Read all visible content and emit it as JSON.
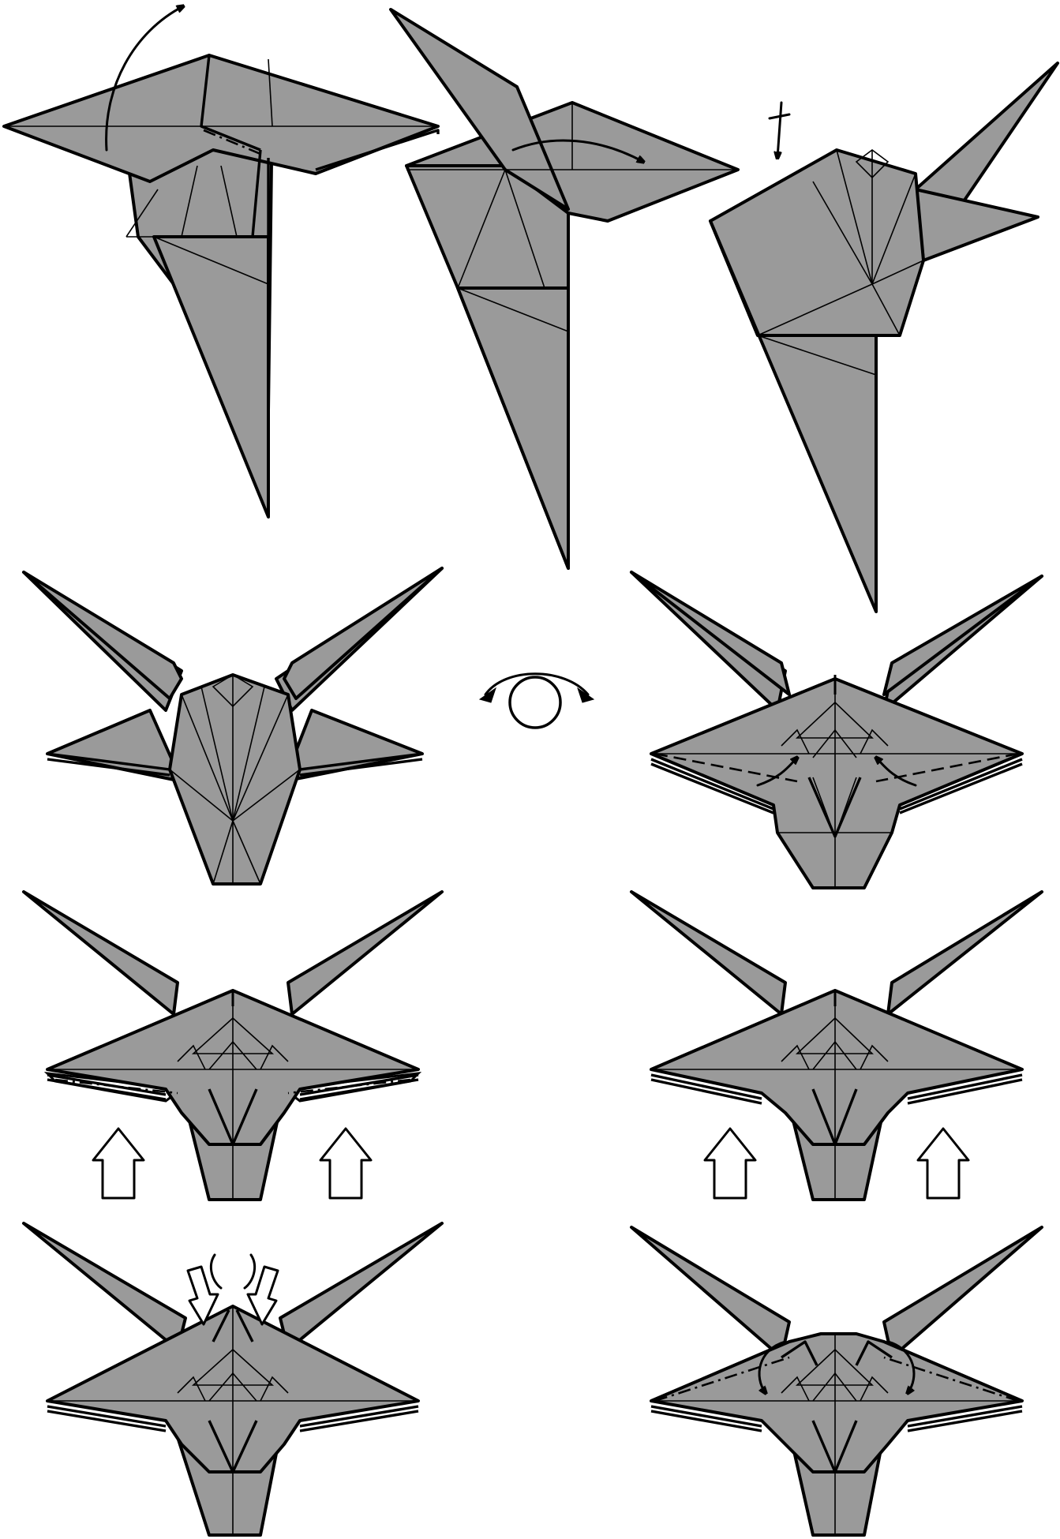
{
  "diagram": {
    "kind": "origami folding sequence",
    "paper_color": "#9a9a9a",
    "outline_color": "#000000",
    "background": "#ffffff",
    "steps": [
      {
        "row": 1,
        "col": 1,
        "name": "step-fold-flap-up"
      },
      {
        "row": 1,
        "col": 2,
        "name": "step-swing-flap-over"
      },
      {
        "row": 1,
        "col": 3,
        "name": "step-fold-down-result"
      },
      {
        "row": 2,
        "col": 1,
        "name": "step-head-front-view"
      },
      {
        "row": 2,
        "col": 2,
        "name": "step-turn-over-symbol"
      },
      {
        "row": 2,
        "col": 3,
        "name": "step-reverse-folds"
      },
      {
        "row": 3,
        "col": 1,
        "name": "step-sink-edges-left"
      },
      {
        "row": 3,
        "col": 2,
        "name": "step-sink-edges-right"
      },
      {
        "row": 4,
        "col": 1,
        "name": "step-push-in-top"
      },
      {
        "row": 4,
        "col": 2,
        "name": "step-final-swivel"
      }
    ],
    "symbols": [
      "valley-fold-line",
      "mountain-fold-line",
      "fold-arrow",
      "push-arrow",
      "turn-over-icon",
      "fold-and-unfold-icon"
    ]
  }
}
